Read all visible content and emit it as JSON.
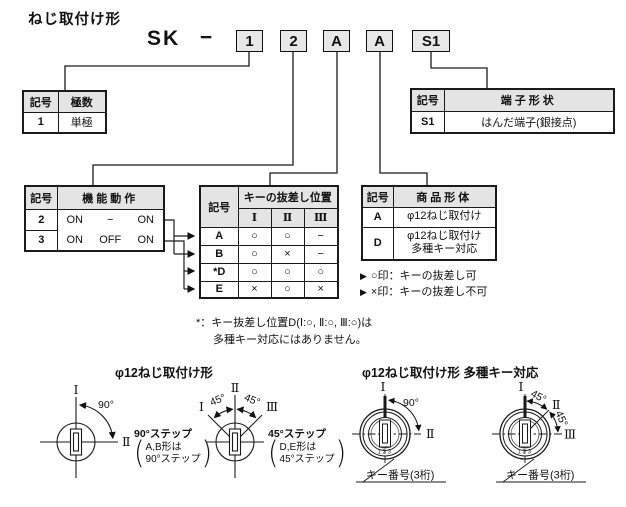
{
  "page": {
    "title": "ねじ取付け形"
  },
  "part_number": {
    "prefix": "SK",
    "separator": "−",
    "codes": [
      "1",
      "2",
      "A",
      "A",
      "S1"
    ]
  },
  "tables": {
    "pole": {
      "h_sign": "記号",
      "h_value": "極数",
      "rows": [
        {
          "sign": "1",
          "value": "単極"
        }
      ]
    },
    "terminal": {
      "h_sign": "記号",
      "h_value": "端子形状",
      "rows": [
        {
          "sign": "S1",
          "value": "はんだ端子(銀接点)"
        }
      ]
    },
    "function": {
      "h_sign": "記号",
      "h_value": "機能動作",
      "rows": [
        {
          "sign": "2",
          "p1": "ON",
          "p2": "−",
          "p3": "ON"
        },
        {
          "sign": "3",
          "p1": "ON",
          "p2": "OFF",
          "p3": "ON"
        }
      ]
    },
    "key_position": {
      "h_sign": "記号",
      "h_group": "キーの抜差し位置",
      "c1": "Ⅰ",
      "c2": "Ⅱ",
      "c3": "Ⅲ",
      "rows": [
        {
          "sign": "A",
          "v1": "○",
          "v2": "○",
          "v3": "−"
        },
        {
          "sign": "B",
          "v1": "○",
          "v2": "×",
          "v3": "−"
        },
        {
          "sign": "*D",
          "v1": "○",
          "v2": "○",
          "v3": "○"
        },
        {
          "sign": "E",
          "v1": "×",
          "v2": "○",
          "v3": "×"
        }
      ]
    },
    "product": {
      "h_sign": "記号",
      "h_value": "商品形体",
      "rows": [
        {
          "sign": "A",
          "line1": "φ12ねじ取付け",
          "line2": ""
        },
        {
          "sign": "D",
          "line1": "φ12ねじ取付け",
          "line2": "多種キー対応"
        }
      ]
    }
  },
  "legend": {
    "items": [
      {
        "marker": "▶",
        "text": "○印：キーの抜差し可"
      },
      {
        "marker": "▶",
        "text": "×印：キーの抜差し不可"
      }
    ]
  },
  "footnote": {
    "line1": "*：キー抜差し位置D(Ⅰ:○, Ⅱ:○, Ⅲ:○)は",
    "line2": "多種キー対応にはありません。"
  },
  "diagrams": {
    "left_title": "φ12ねじ取付け形",
    "right_title": "φ12ねじ取付け形 多種キー対応",
    "angle90": "90°",
    "angle45": "45°",
    "pos1": "Ⅰ",
    "pos2": "Ⅱ",
    "pos3": "Ⅲ",
    "note90": {
      "line1": "90°ステップ",
      "line2": "A,B形は",
      "line3": "90°ステップ"
    },
    "note45": {
      "line1": "45°ステップ",
      "line2": "D,E形は",
      "line3": "45°ステップ"
    },
    "key_number_label": "キー番号(3桁)",
    "key_digits": "123"
  }
}
